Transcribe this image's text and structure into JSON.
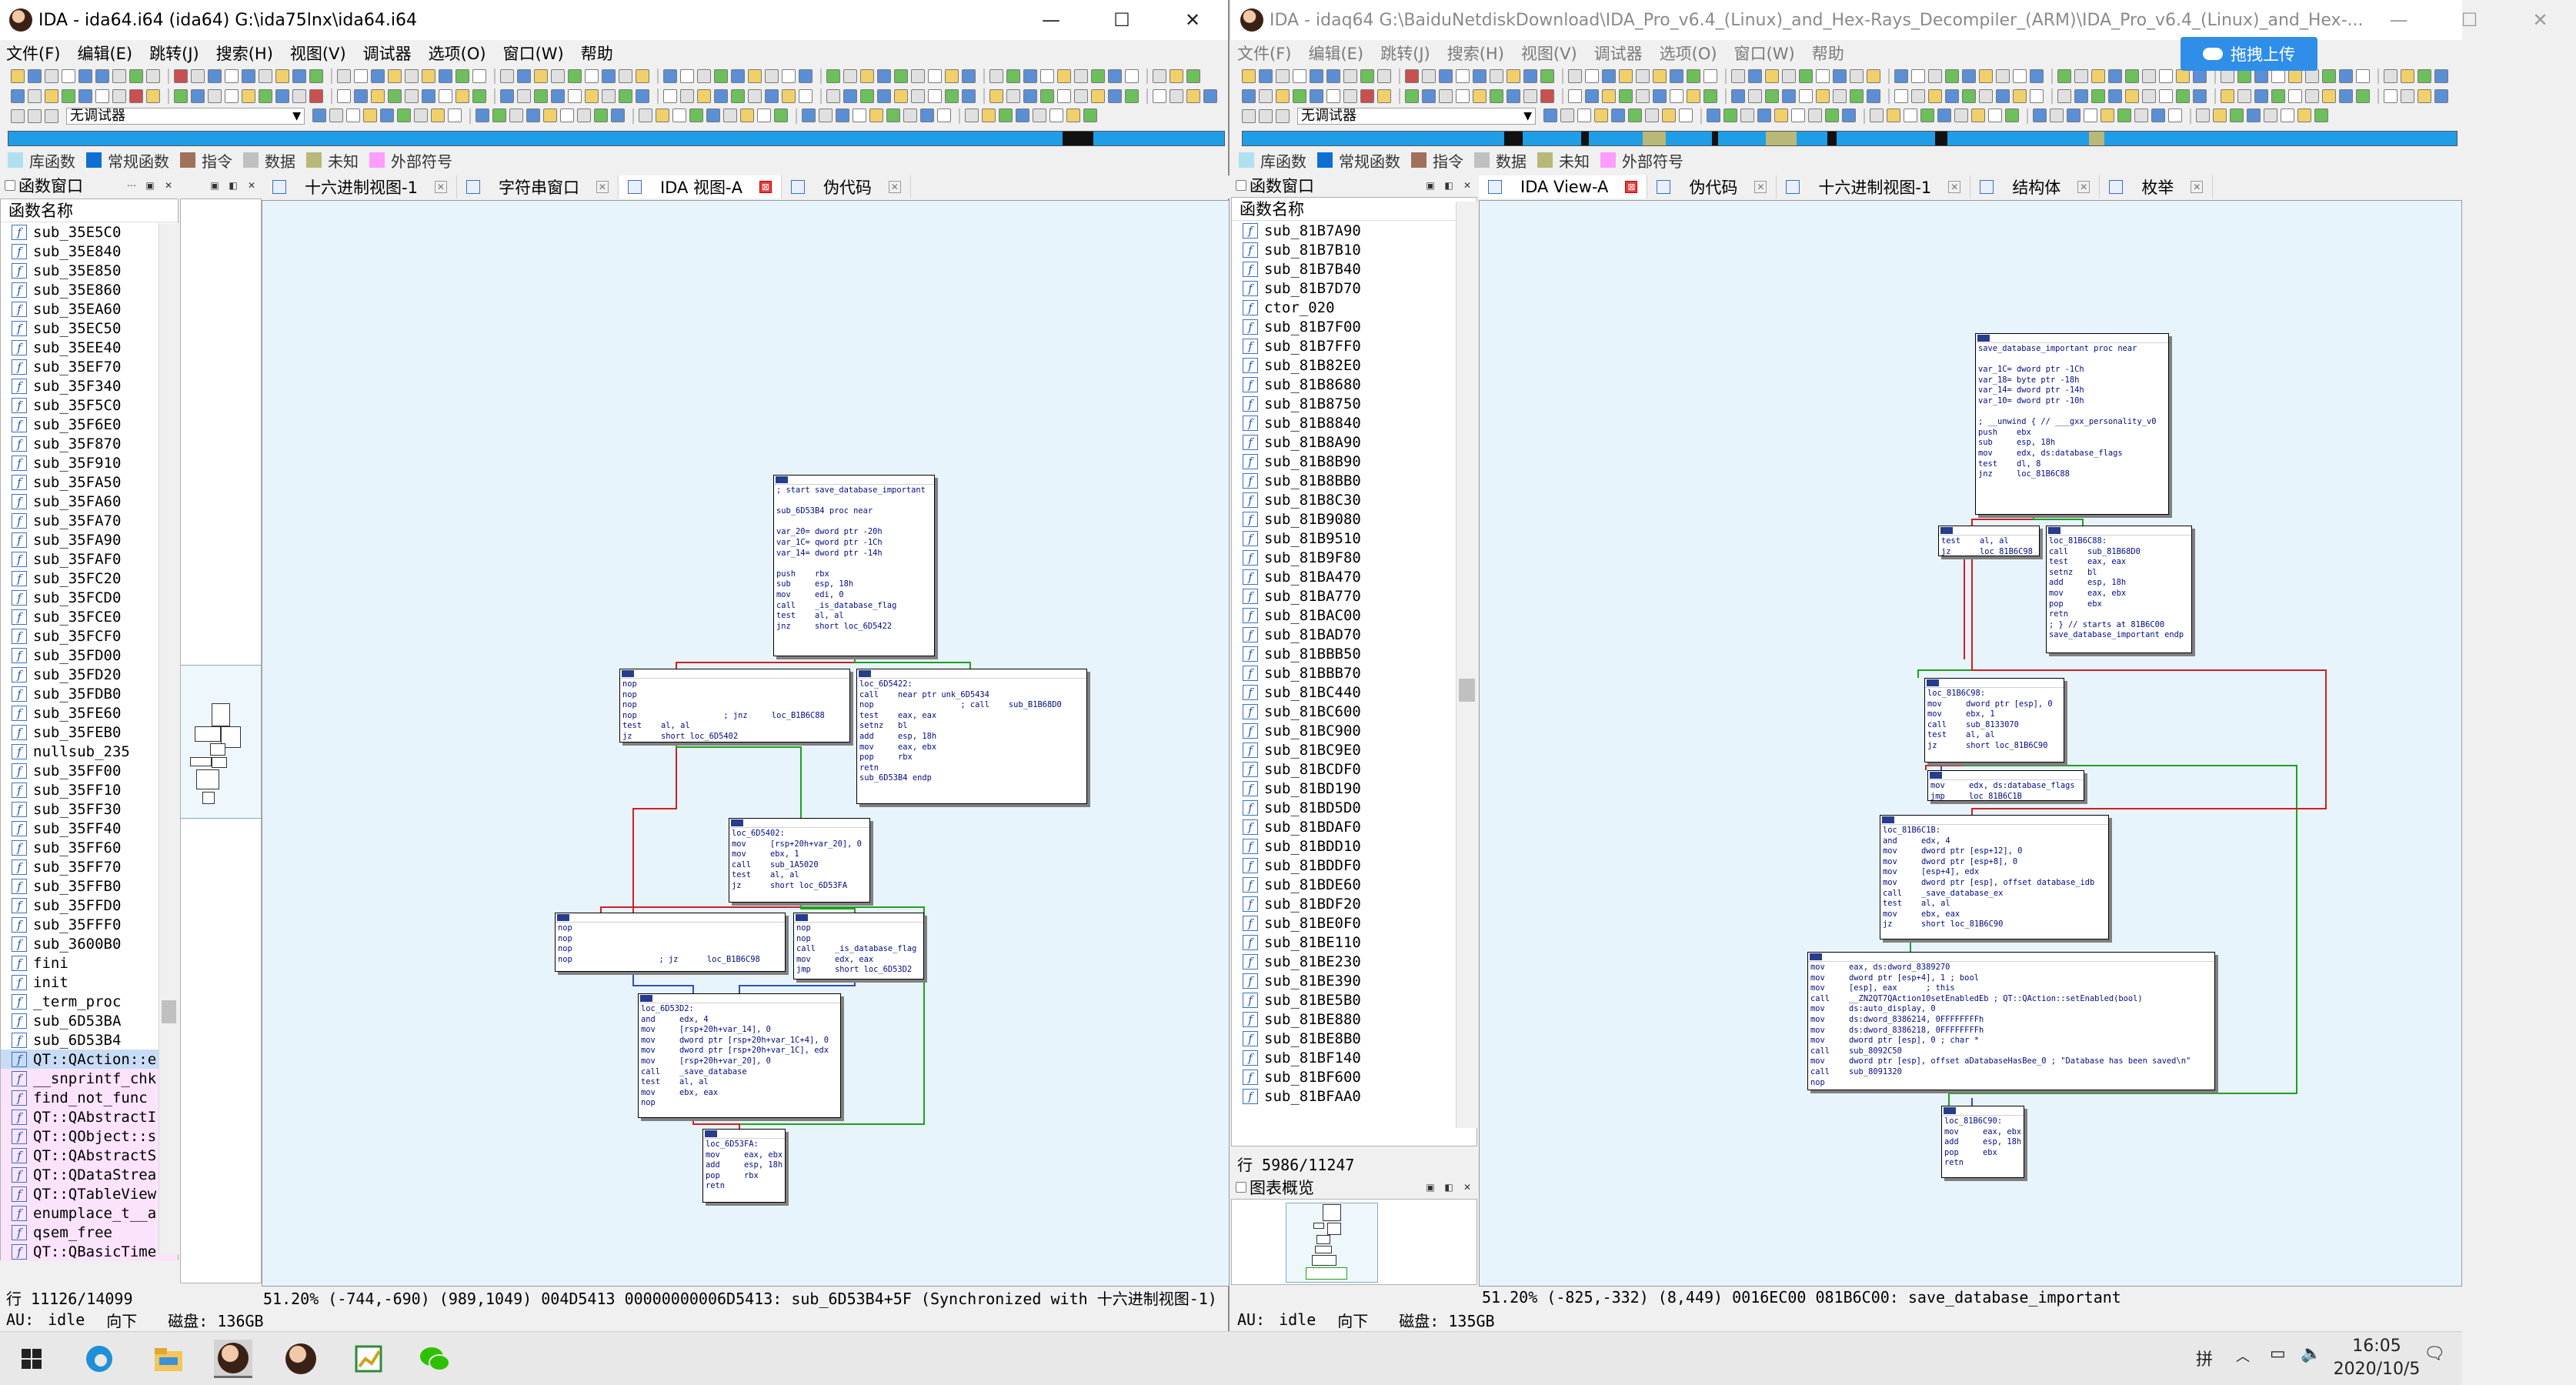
{
  "left": {
    "title": "IDA - ida64.i64 (ida64) G:\\ida75lnx\\ida64.i64",
    "menu": [
      "文件(F)",
      "编辑(E)",
      "跳转(J)",
      "搜索(H)",
      "视图(V)",
      "调试器",
      "选项(O)",
      "窗口(W)",
      "帮助"
    ],
    "debugger": "无调试器",
    "legend": [
      "库函数",
      "常规函数",
      "指令",
      "数据",
      "未知",
      "外部符号"
    ],
    "tabs": [
      {
        "label": "十六进制视图-1"
      },
      {
        "label": "字符串窗口"
      },
      {
        "label": "IDA 视图-A",
        "close": "⊠"
      },
      {
        "label": "伪代码"
      }
    ],
    "func_title": "函数窗口",
    "func_header": "函数名称",
    "functions": [
      "sub_35E5C0",
      "sub_35E840",
      "sub_35E850",
      "sub_35E860",
      "sub_35EA60",
      "sub_35EC50",
      "sub_35EE40",
      "sub_35EF70",
      "sub_35F340",
      "sub_35F5C0",
      "sub_35F6E0",
      "sub_35F870",
      "sub_35F910",
      "sub_35FA50",
      "sub_35FA60",
      "sub_35FA70",
      "sub_35FA90",
      "sub_35FAF0",
      "sub_35FC20",
      "sub_35FCD0",
      "sub_35FCE0",
      "sub_35FCF0",
      "sub_35FD00",
      "sub_35FD20",
      "sub_35FDB0",
      "sub_35FE60",
      "sub_35FEB0",
      "nullsub_235",
      "sub_35FF00",
      "sub_35FF10",
      "sub_35FF30",
      "sub_35FF40",
      "sub_35FF60",
      "sub_35FF70",
      "sub_35FFB0",
      "sub_35FFD0",
      "sub_35FFF0",
      "sub_3600B0",
      "fini",
      "init",
      "_term_proc",
      "sub_6D53BA",
      "sub_6D53B4"
    ],
    "lib_functions": [
      "QT::QAction::e",
      "__snprintf_chk",
      "find_not_func",
      "QT::QAbstractI",
      "QT::QObject::s",
      "QT::QAbstractS",
      "QT::QDataStrea",
      "QT::QTableView",
      "enumplace_t__a",
      "qsem_free",
      "QT::QBasicTime"
    ],
    "line_status": "行 11126/14099",
    "graph_status": "51.20% (-744,-690) (989,1049) 004D5413 00000000006D5413: sub_6D53B4+5F (Synchronized with 十六进制视图-1)",
    "au": [
      "AU:",
      "idle",
      "向下",
      "磁盘: 136GB"
    ],
    "nodes": [
      "; start save_database_important\n\nsub_6D53B4 proc near\n\nvar_20= dword ptr -20h\nvar_1C= qword ptr -1Ch\nvar_14= dword ptr -14h\n\npush    rbx\nsub     esp, 18h\nmov     edi, 0\ncall    _is_database_flag\ntest    al, al\njnz     short loc_6D5422",
      "nop\nnop\nnop\nnop                  ; jnz     loc_B1B6C88\ntest    al, al\njz      short loc_6D5402",
      "loc_6D5422:\ncall    near ptr unk_6D5434\nnop                  ; call    sub_B1B68D0\ntest    eax, eax\nsetnz   bl\nadd     esp, 18h\nmov     eax, ebx\npop     rbx\nretn\nsub_6D53B4 endp",
      "loc_6D5402:\nmov     [rsp+20h+var_20], 0\nmov     ebx, 1\ncall    sub_1A5020\ntest    al, al\njz      short loc_6D53FA",
      "nop\nnop\nnop\nnop                  ; jz      loc_B1B6C98",
      "nop\nnop\ncall    _is_database_flag\nmov     edx, eax\njmp     short loc_6D53D2",
      "loc_6D53D2:\nand     edx, 4\nmov     [rsp+20h+var_14], 0\nmov     dword ptr [rsp+20h+var_1C+4], 0\nmov     dword ptr [rsp+20h+var_1C], edx\nmov     [rsp+20h+var_20], 0\ncall    _save_database\ntest    al, al\nmov     ebx, eax\nnop",
      "loc_6D53FA:\nmov     eax, ebx\nadd     esp, 18h\npop     rbx\nretn"
    ]
  },
  "right": {
    "title": "IDA - idaq64 G:\\BaiduNetdiskDownload\\IDA_Pro_v6.4_(Linux)_and_Hex-Rays_Decompiler_(ARM)\\IDA_Pro_v6.4_(Linux)_and_Hex-...",
    "menu": [
      "文件(F)",
      "编辑(E)",
      "跳转(J)",
      "搜索(H)",
      "视图(V)",
      "调试器",
      "选项(O)",
      "窗口(W)",
      "帮助"
    ],
    "upload": "拖拽上传",
    "debugger": "无调试器",
    "legend": [
      "库函数",
      "常规函数",
      "指令",
      "数据",
      "未知",
      "外部符号"
    ],
    "tabs": [
      {
        "label": "IDA View-A",
        "close": "⊠"
      },
      {
        "label": "伪代码"
      },
      {
        "label": "十六进制视图-1"
      },
      {
        "label": "结构体"
      },
      {
        "label": "枚举"
      }
    ],
    "func_title": "函数窗口",
    "func_header": "函数名称",
    "functions": [
      "sub_81B7A90",
      "sub_81B7B10",
      "sub_81B7B40",
      "sub_81B7D70",
      "ctor_020",
      "sub_81B7F00",
      "sub_81B7FF0",
      "sub_81B82E0",
      "sub_81B8680",
      "sub_81B8750",
      "sub_81B8840",
      "sub_81B8A90",
      "sub_81B8B90",
      "sub_81B8BB0",
      "sub_81B8C30",
      "sub_81B9080",
      "sub_81B9510",
      "sub_81B9F80",
      "sub_81BA470",
      "sub_81BA770",
      "sub_81BAC00",
      "sub_81BAD70",
      "sub_81BBB50",
      "sub_81BBB70",
      "sub_81BC440",
      "sub_81BC600",
      "sub_81BC900",
      "sub_81BC9E0",
      "sub_81BCDF0",
      "sub_81BD190",
      "sub_81BD5D0",
      "sub_81BDAF0",
      "sub_81BDD10",
      "sub_81BDDF0",
      "sub_81BDE60",
      "sub_81BDF20",
      "sub_81BE0F0",
      "sub_81BE110",
      "sub_81BE230",
      "sub_81BE390",
      "sub_81BE5B0",
      "sub_81BE880",
      "sub_81BE8B0",
      "sub_81BF140",
      "sub_81BF600",
      "sub_81BFAA0"
    ],
    "line_status": "行 5986/11247",
    "overview_title": "图表概览",
    "graph_status": "51.20% (-825,-332) (8,449) 0016EC00 081B6C00: save_database_important",
    "au": [
      "AU:",
      "idle",
      "向下",
      "磁盘: 135GB"
    ],
    "nodes": [
      "save_database_important proc near\n\nvar_1C= dword ptr -1Ch\nvar_18= byte ptr -18h\nvar_14= dword ptr -14h\nvar_10= dword ptr -10h\n\n; __unwind { // ___gxx_personality_v0\npush    ebx\nsub     esp, 18h\nmov     edx, ds:database_flags\ntest    dl, 8\njnz     loc_81B6C88",
      "test    al, al\njz      loc_81B6C98",
      "loc_81B6C88:\ncall    sub_81B68D0\ntest    eax, eax\nsetnz   bl\nadd     esp, 18h\nmov     eax, ebx\npop     ebx\nretn\n; } // starts at 81B6C00\nsave_database_important endp",
      "loc_81B6C98:\nmov     dword ptr [esp], 0\nmov     ebx, 1\ncall    sub_8133070\ntest    al, al\njz      short loc_81B6C90",
      "mov     edx, ds:database_flags\njmp     loc_81B6C1B",
      "loc_81B6C1B:\nand     edx, 4\nmov     dword ptr [esp+12], 0\nmov     dword ptr [esp+8], 0\nmov     [esp+4], edx\nmov     dword ptr [esp], offset database_idb\ncall    _save_database_ex\ntest    al, al\nmov     ebx, eax\njz      short loc_81B6C90",
      "mov     eax, ds:dword_8389270\nmov     dword ptr [esp+4], 1 ; bool\nmov     [esp], eax      ; this\ncall    __ZN2QT7QAction10setEnabledEb ; QT::QAction::setEnabled(bool)\nmov     ds:auto_display, 0\nmov     ds:dword_8386214, 0FFFFFFFFh\nmov     ds:dword_8386218, 0FFFFFFFFh\nmov     dword ptr [esp], 0 ; char *\ncall    sub_8092C50\nmov     dword ptr [esp], offset aDatabaseHasBee_0 ; \"Database has been saved\\n\"\ncall    sub_8091320\nnop",
      "loc_81B6C90:\nmov     eax, ebx\nadd     esp, 18h\npop     ebx\nretn"
    ]
  },
  "taskbar": {
    "ime": "拼",
    "time": "16:05",
    "date": "2020/10/5"
  },
  "colors": {
    "library": "#b0e0f0",
    "regular": "#0d6fd4",
    "instruction": "#a0705a",
    "data": "#c0c0c0",
    "unknown": "#b8b878",
    "external": "#ff9cff",
    "graph_bg": "#e8f4fc",
    "nav": "#1f9de6"
  }
}
